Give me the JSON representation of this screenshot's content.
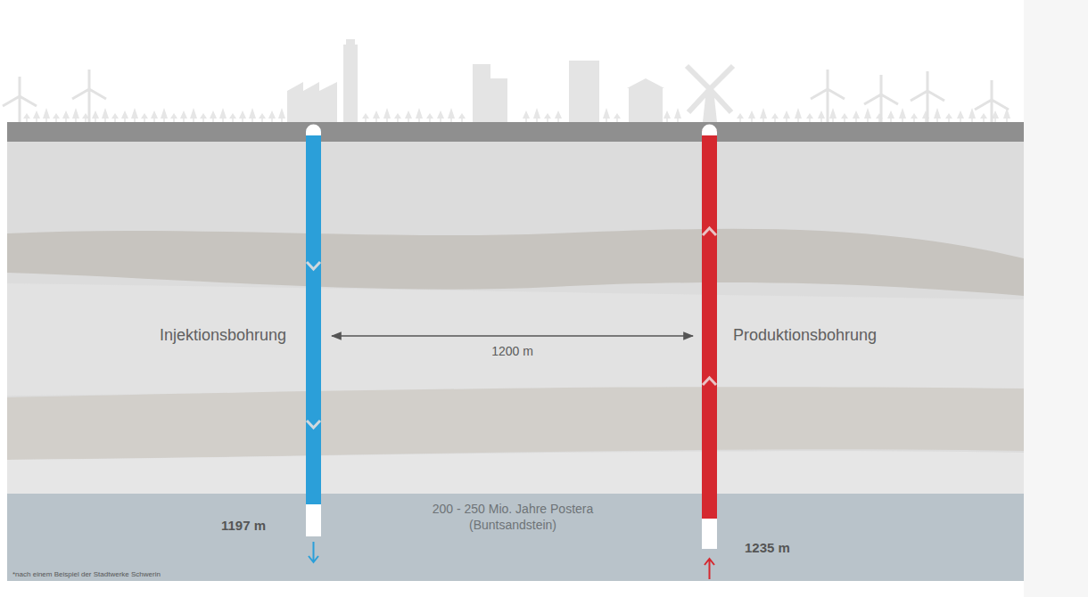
{
  "diagram": {
    "nodes": [
      {
        "text": [
          "Injektionsbohrung"
        ]
      },
      {
        "text": [
          "Produktionsbohrung"
        ]
      }
    ],
    "edges": [
      {
        "from": 0,
        "to": 1,
        "label": "1200 m",
        "arrow": "both"
      }
    ],
    "labels": [
      "1197 m",
      "200 - 250 Mio. Jahre Postera (Buntsandstein)",
      "1235 m",
      "*nach einem Beispiel der Stadtwerke Schwerin"
    ]
  }
}
